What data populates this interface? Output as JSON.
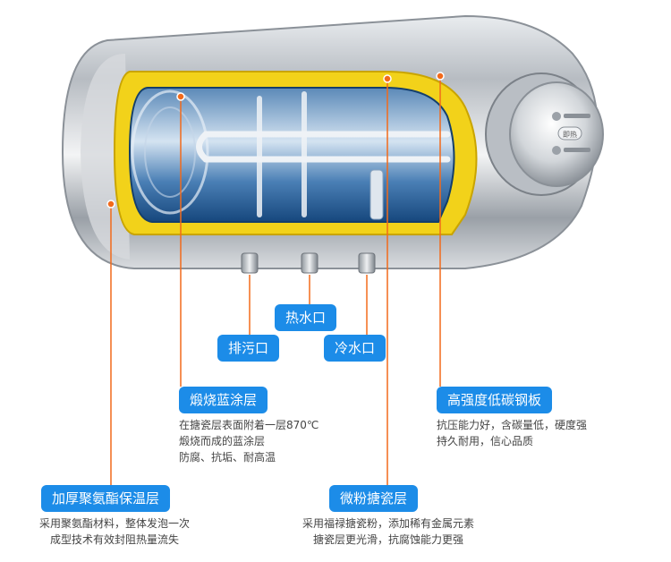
{
  "badge": "即热",
  "callouts": {
    "hot_water": {
      "label": "热水口"
    },
    "drain": {
      "label": "排污口"
    },
    "cold_water": {
      "label": "冷水口"
    },
    "blue_coating": {
      "label": "煅烧蓝涂层",
      "lines": [
        "在搪瓷层表面附着一层870℃",
        "煅烧而成的蓝涂层",
        "防腐、抗垢、耐高温"
      ]
    },
    "steel_plate": {
      "label": "高强度低碳钢板",
      "lines": [
        "抗压能力好，含碳量低，硬度强",
        "持久耐用，信心品质"
      ]
    },
    "insulation": {
      "label": "加厚聚氨酯保温层",
      "lines": [
        "采用聚氨酯材料，整体发泡一次",
        "成型技术有效封阻热量流失"
      ]
    },
    "enamel": {
      "label": "微粉搪瓷层",
      "lines": [
        "采用福禄搪瓷粉，添加稀有金属元素",
        "搪瓷层更光滑，抗腐蚀能力更强"
      ]
    }
  },
  "colors": {
    "label_bg": "#1c8ce8",
    "leader_line": "#f26a1b",
    "insulation_yellow": "#f2d21a",
    "tank_blue": "#1f5f9c",
    "steel": "#c9cdd2"
  }
}
